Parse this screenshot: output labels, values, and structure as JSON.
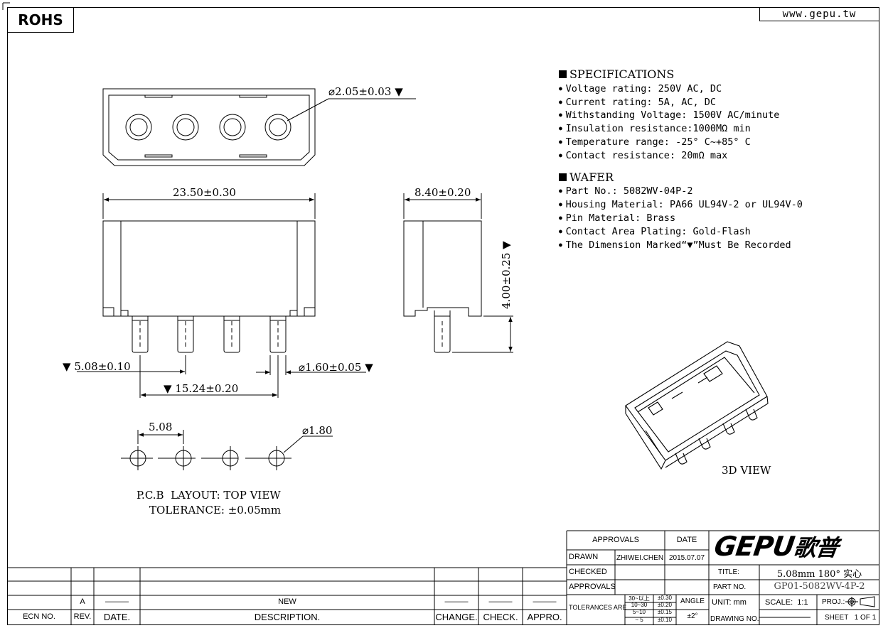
{
  "header": {
    "rohs_label": "ROHS",
    "website": "www.gepu.tw"
  },
  "dimensions": {
    "pin_hole_dia": "⌀2.05±0.03",
    "width": "23.50±0.30",
    "depth": "8.40±0.20",
    "pin_length": "4.00±0.25",
    "pitch": "5.08±0.10",
    "pin_dia": "⌀1.60±0.05",
    "total_pitch": "15.24±0.20",
    "pcb_pitch": "5.08",
    "pcb_hole_dia": "⌀1.80"
  },
  "marker": "▼",
  "pcb_layout": {
    "title": "P.C.B  LAYOUT: TOP VIEW",
    "tolerance": "TOLERANCE: ±0.05mm"
  },
  "view_3d_label": "3D VIEW",
  "specifications": {
    "heading": "SPECIFICATIONS",
    "items": [
      "Voltage rating: 250V AC, DC",
      "Current rating: 5A, AC, DC",
      "Withstanding Voltage: 1500V AC/minute",
      "Insulation resistance:1000MΩ min",
      "Temperature range: -25° C~+85° C",
      "Contact resistance: 20mΩ max"
    ]
  },
  "wafer": {
    "heading": "WAFER",
    "items": [
      "Part No.: 5082WV-04P-2",
      "Housing Material: PA66 UL94V-2 or UL94V-0",
      "Pin Material: Brass",
      "Contact Area Plating: Gold-Flash",
      "The Dimension Marked“▼”Must Be Recorded"
    ]
  },
  "title_block": {
    "approvals_header": "APPROVALS",
    "date_header": "DATE",
    "drawn_label": "DRAWN",
    "drawn_by": "ZHIWEI.CHEN",
    "drawn_date": "2015.07.07",
    "checked_label": "CHECKED",
    "approvals_label": "APPROVALS",
    "tolerances_label": "TOLERANCES ARE",
    "tolerance_ranges": [
      "30~以上",
      "10~30",
      "5~10",
      "~ 5"
    ],
    "tolerance_values": [
      "±0.30",
      "±0.20",
      "±0.15",
      "±0.10"
    ],
    "angle_label": "ANGLE",
    "angle_value": "±2°",
    "logo_text": "GEPU",
    "logo_cn": "歌普",
    "title_label": "TITLE:",
    "title_value": "5.08mm 180° 实心",
    "part_no_label": "PART NO.",
    "part_no_value": "GP01-5082WV-4P-2",
    "unit_label": "UNIT:",
    "unit_value": "mm",
    "scale_label": "SCALE:",
    "scale_value": "1:1",
    "proj_label": "PROJ.:",
    "drawing_no_label": "DRAWING NO.",
    "sheet_label": "SHEET",
    "sheet_value": "1 OF 1"
  },
  "revision_block": {
    "row": {
      "rev": "A",
      "date": "———",
      "description": "NEW",
      "change": "———",
      "check": "———",
      "appro": "———"
    },
    "headers": {
      "ecn": "ECN NO.",
      "rev": "REV.",
      "date": "DATE.",
      "description": "DESCRIPTION.",
      "change": "CHANGE.",
      "check": "CHECK.",
      "appro": "APPRO."
    }
  }
}
